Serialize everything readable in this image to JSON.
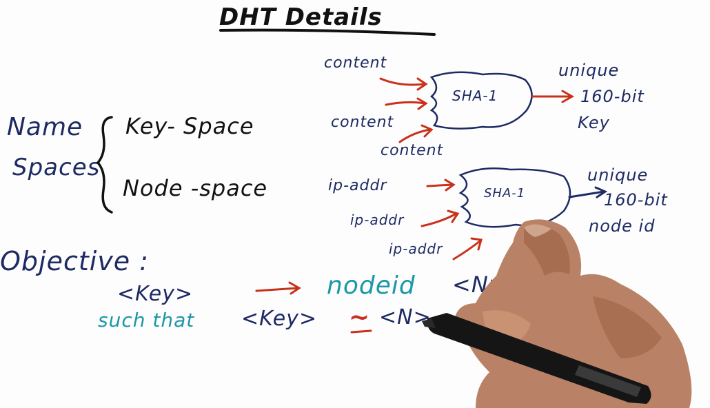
{
  "title": "DHT Details",
  "name_spaces": {
    "label_line1": "Name",
    "label_line2": "Spaces",
    "key_space": "Key- Space",
    "node_space": "Node -space"
  },
  "key_hash": {
    "inputs": [
      "content",
      "content",
      "content"
    ],
    "function": "SHA-1",
    "output_line1": "unique",
    "output_line2": "160-bit",
    "output_line3": "Key"
  },
  "node_hash": {
    "inputs": [
      "ip-addr",
      "ip-addr",
      "ip-addr"
    ],
    "function": "SHA-1",
    "output_line1": "unique",
    "output_line2": "160-bit",
    "output_line3": "node id"
  },
  "objective": {
    "label": "Objective :",
    "mapping_left": "<Key>",
    "mapping_right_word": "nodeid",
    "mapping_right_node": "<N>",
    "such_that": "such that",
    "condition_left": "<Key>",
    "condition_op": "~",
    "condition_right": "<N>"
  },
  "colors": {
    "navy_ink": "#1d2a63",
    "teal_ink": "#1b97a6",
    "red_ink": "#c9301a",
    "black_ink": "#111111"
  }
}
